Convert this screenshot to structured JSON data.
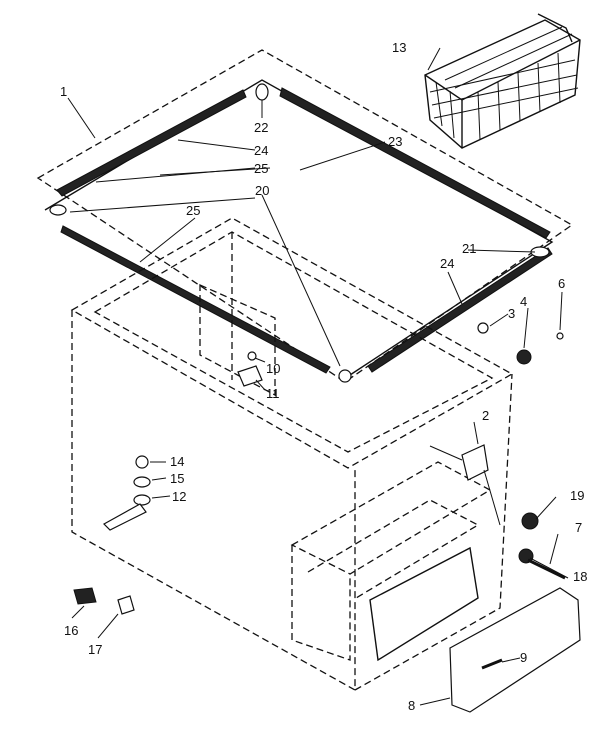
{
  "callouts": [
    "1",
    "2",
    "3",
    "4",
    "6",
    "7",
    "8",
    "9",
    "10",
    "11",
    "12",
    "13",
    "14",
    "15",
    "16",
    "17",
    "18",
    "19",
    "20",
    "21",
    "22",
    "23",
    "24",
    "24",
    "25",
    "25"
  ]
}
